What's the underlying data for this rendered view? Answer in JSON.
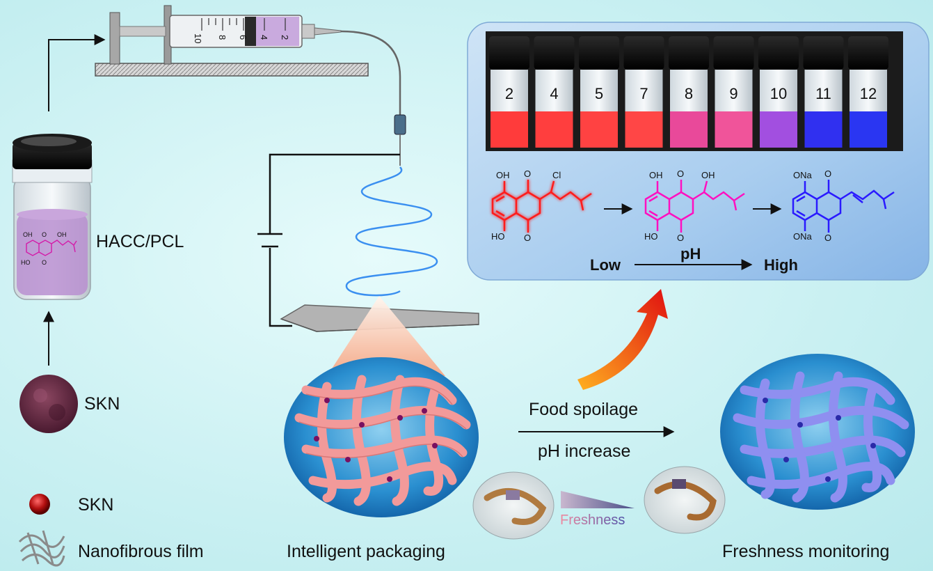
{
  "labels": {
    "hacc_pcl": "HACC/PCL",
    "skn_powder": "SKN",
    "legend_skn": "SKN",
    "legend_film": "Nanofibrous film",
    "intelligent_packaging": "Intelligent packaging",
    "freshness_monitoring": "Freshness monitoring",
    "food_spoilage": "Food spoilage",
    "ph_increase": "pH increase",
    "freshness": "Freshness",
    "ph": "pH",
    "low": "Low",
    "high": "High"
  },
  "syringe_marks": [
    "10",
    "8",
    "6",
    "4",
    "2"
  ],
  "vials": [
    {
      "ph": "2",
      "color": "#ff3b3b"
    },
    {
      "ph": "4",
      "color": "#ff3e3e"
    },
    {
      "ph": "5",
      "color": "#ff4242"
    },
    {
      "ph": "7",
      "color": "#ff4646"
    },
    {
      "ph": "8",
      "color": "#e9499a"
    },
    {
      "ph": "9",
      "color": "#f0549a"
    },
    {
      "ph": "10",
      "color": "#a24fe0"
    },
    {
      "ph": "11",
      "color": "#3030f0"
    },
    {
      "ph": "12",
      "color": "#2a36f2"
    }
  ],
  "chem": {
    "mol1": {
      "oh_top": "OH",
      "o_top": "O",
      "ho_bottom": "HO",
      "o_bottom": "O",
      "sub": "Cl"
    },
    "mol2": {
      "oh_top": "OH",
      "o_top": "O",
      "ho_bottom": "HO",
      "o_bottom": "O",
      "sub": "OH"
    },
    "mol3": {
      "ona_top": "ONa",
      "o_top": "O",
      "ona_bottom": "ONa",
      "o_bottom": "O"
    },
    "vial_mol": {
      "oh_top": "OH",
      "o_top": "O",
      "ho_bottom": "HO",
      "o_bottom": "O",
      "sub": "OH"
    }
  },
  "colors": {
    "fresh_fiber": "#f29a9a",
    "spoiled_fiber": "#8f8ff0",
    "mol_red": "#ff1a1a",
    "mol_magenta": "#ff10c0",
    "mol_blue": "#2a1aff"
  }
}
